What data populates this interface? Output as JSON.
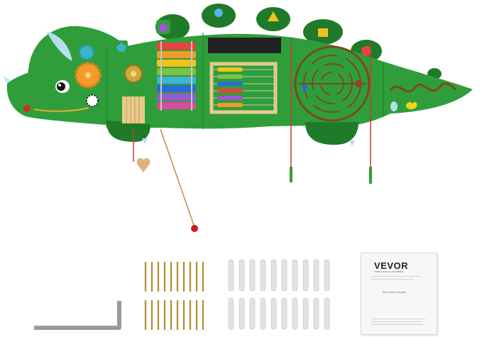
{
  "scene": {
    "description_tags": [
      "busy-board",
      "triceratops",
      "hardware-kit"
    ],
    "colors": {
      "board_green": "#2f9e3a",
      "board_dark_green": "#1f7a2a",
      "background": "#ffffff"
    }
  },
  "manual": {
    "brand": "VEVOR",
    "tagline": "TOUGH TOOLS, HALF PRICE",
    "product_title": "WALL BUSY BOARD"
  },
  "hardware": {
    "screw_count": 20,
    "anchor_count": 20,
    "hex_key_count": 1
  }
}
